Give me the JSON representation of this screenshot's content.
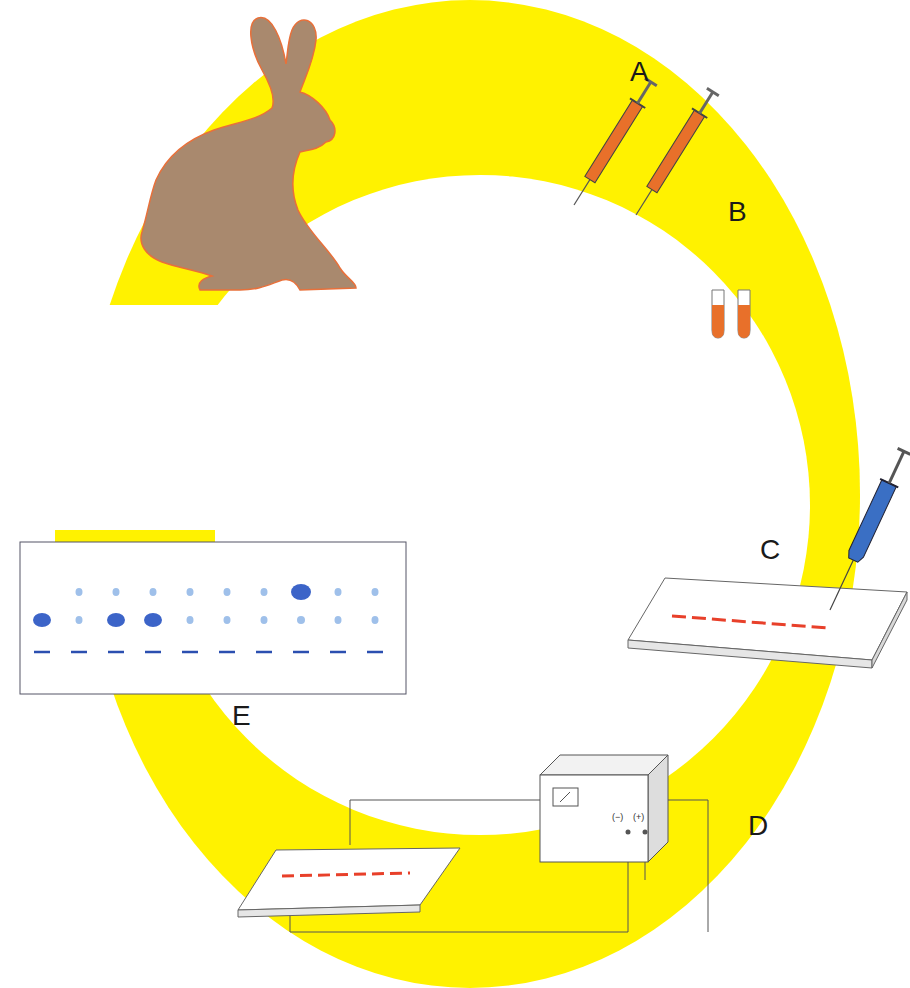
{
  "diagram": {
    "labels": [
      "A",
      "B",
      "C",
      "D",
      "E",
      "(−)",
      "(+)"
    ]
  }
}
